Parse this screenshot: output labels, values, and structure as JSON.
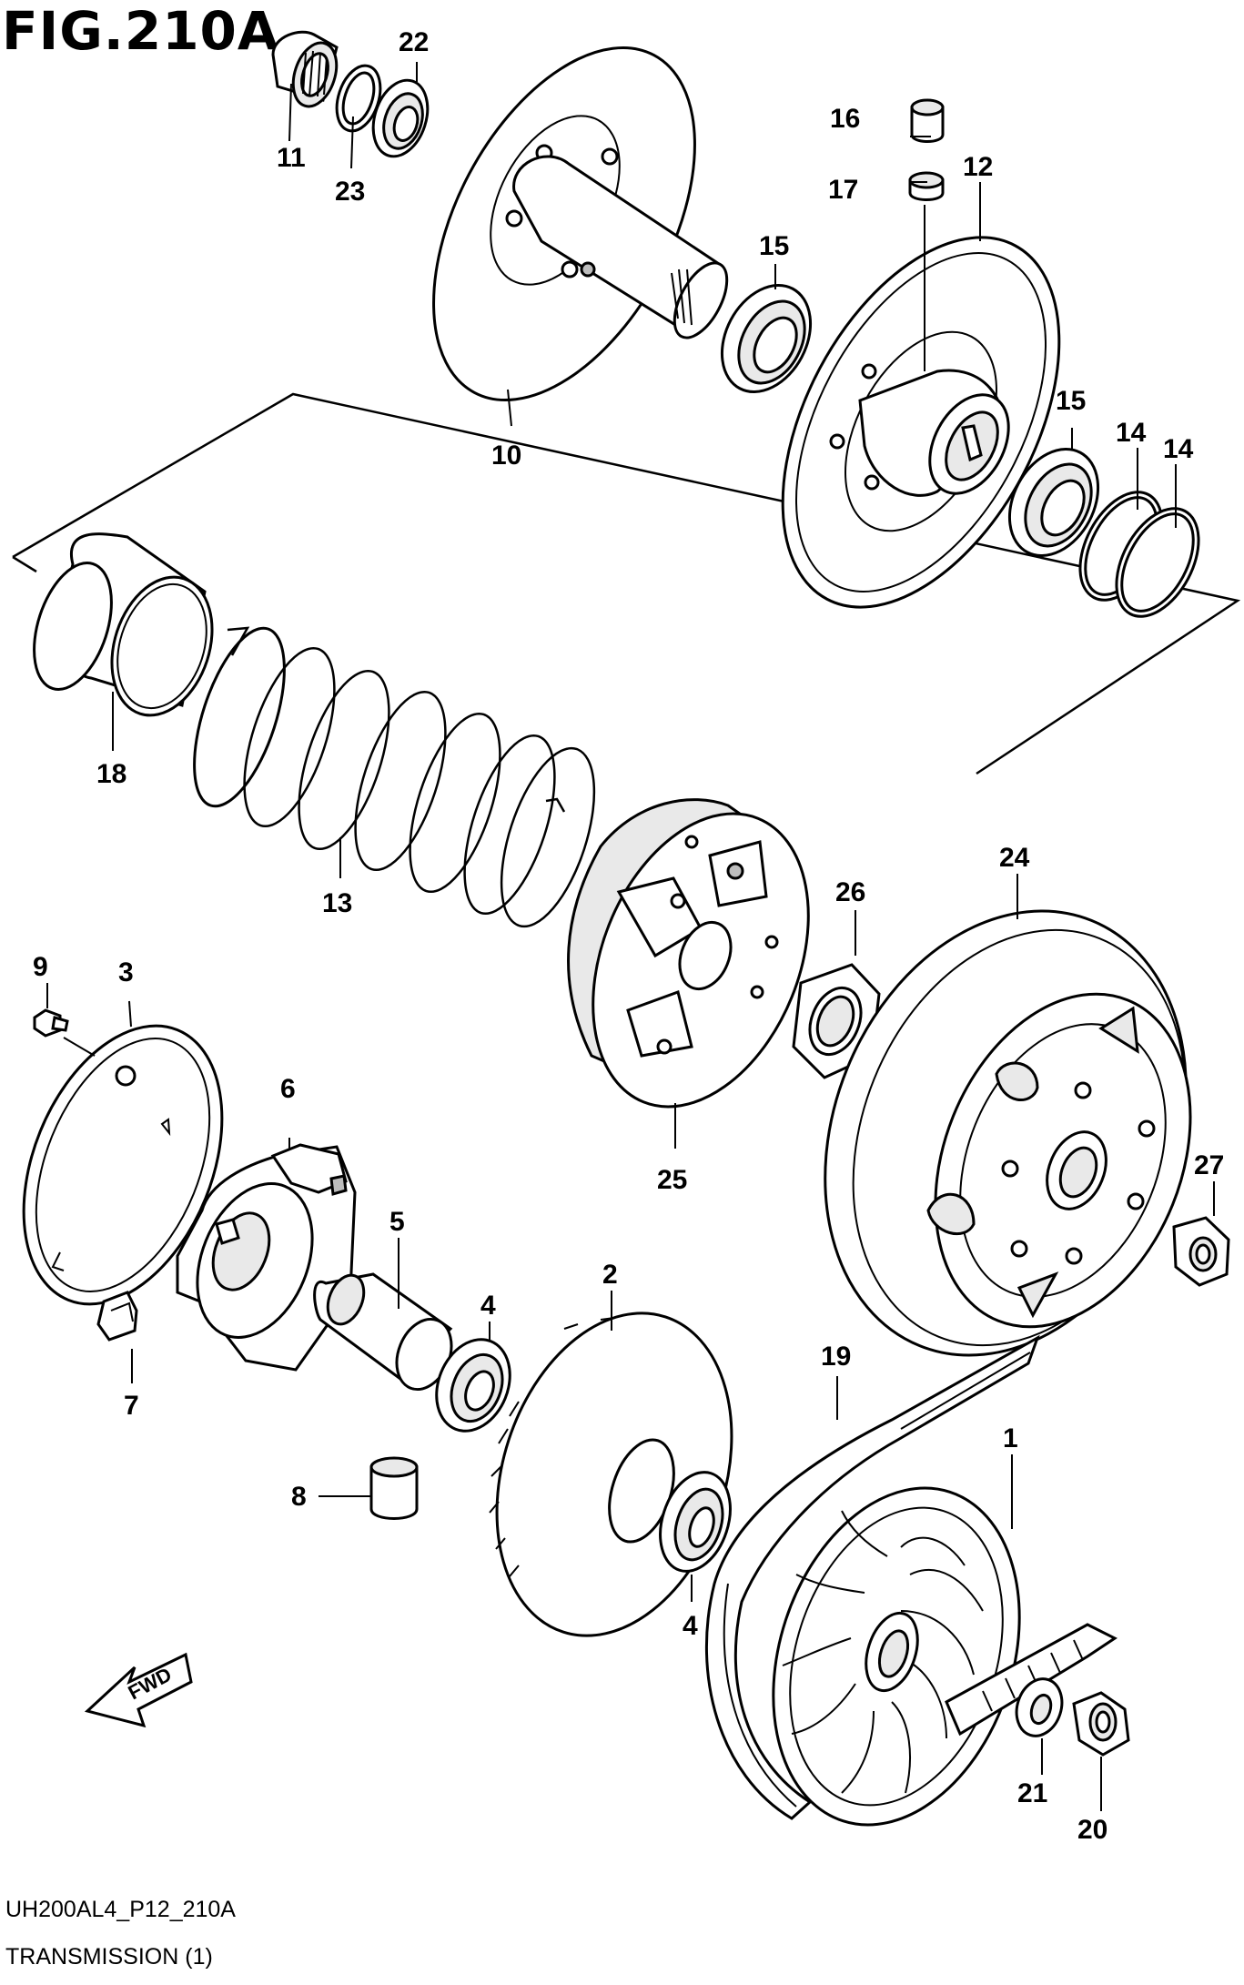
{
  "figure": {
    "title": "FIG.210A",
    "code": "UH200AL4_P12_210A",
    "subtitle": "TRANSMISSION (1)"
  },
  "direction_arrow": {
    "label": "FWD"
  },
  "callouts": {
    "c1": "1",
    "c2": "2",
    "c3": "3",
    "c4a": "4",
    "c4b": "4",
    "c5": "5",
    "c6": "6",
    "c7": "7",
    "c8": "8",
    "c9": "9",
    "c10": "10",
    "c11": "11",
    "c12": "12",
    "c13": "13",
    "c14a": "14",
    "c14b": "14",
    "c15a": "15",
    "c15b": "15",
    "c16": "16",
    "c17": "17",
    "c18": "18",
    "c19": "19",
    "c20": "20",
    "c21": "21",
    "c22": "22",
    "c23": "23",
    "c24": "24",
    "c25": "25",
    "c26": "26",
    "c27": "27"
  }
}
